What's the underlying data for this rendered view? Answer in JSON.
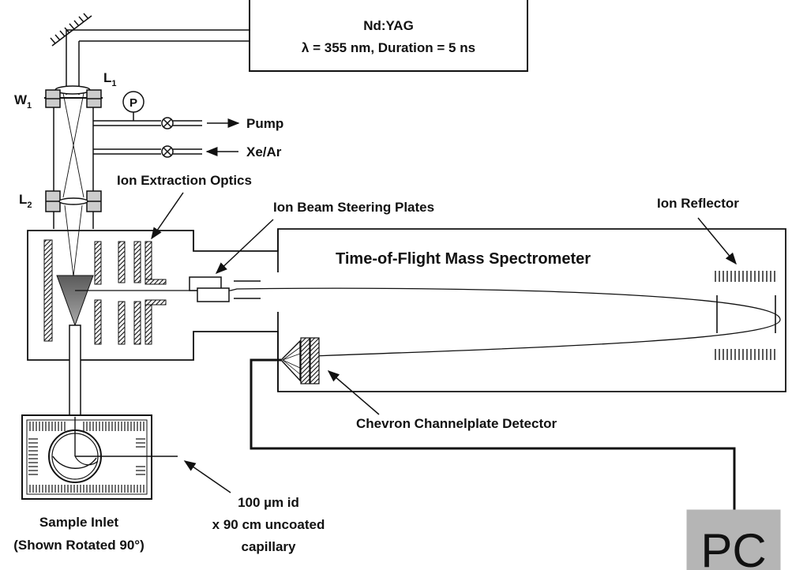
{
  "laser": {
    "title": "Nd:YAG",
    "spec": "λ = 355 nm, Duration = 5 ns"
  },
  "labels": {
    "window_1": "W",
    "window_1_sub": "1",
    "lens_1": "L",
    "lens_1_sub": "1",
    "lens_2": "L",
    "lens_2_sub": "2",
    "pressure_gauge": "P",
    "pump": "Pump",
    "gas_inlet": "Xe/Ar",
    "ion_extraction_optics": "Ion Extraction Optics",
    "ion_beam_steering_plates": "Ion Beam Steering Plates",
    "ion_reflector": "Ion Reflector",
    "tof_ms": "Time-of-Flight Mass Spectrometer",
    "detector": "Chevron Channelplate Detector",
    "capillary_line1": "100 µm id",
    "capillary_line2": "x 90 cm uncoated",
    "capillary_line3": "capillary",
    "sample_inlet_line1": "Sample Inlet",
    "sample_inlet_line2": "(Shown Rotated 90°)",
    "pc": "PC"
  },
  "colors": {
    "line": "#111111",
    "pc_fill": "#b5b5b5",
    "cone_fill": "#7a7a7a"
  }
}
